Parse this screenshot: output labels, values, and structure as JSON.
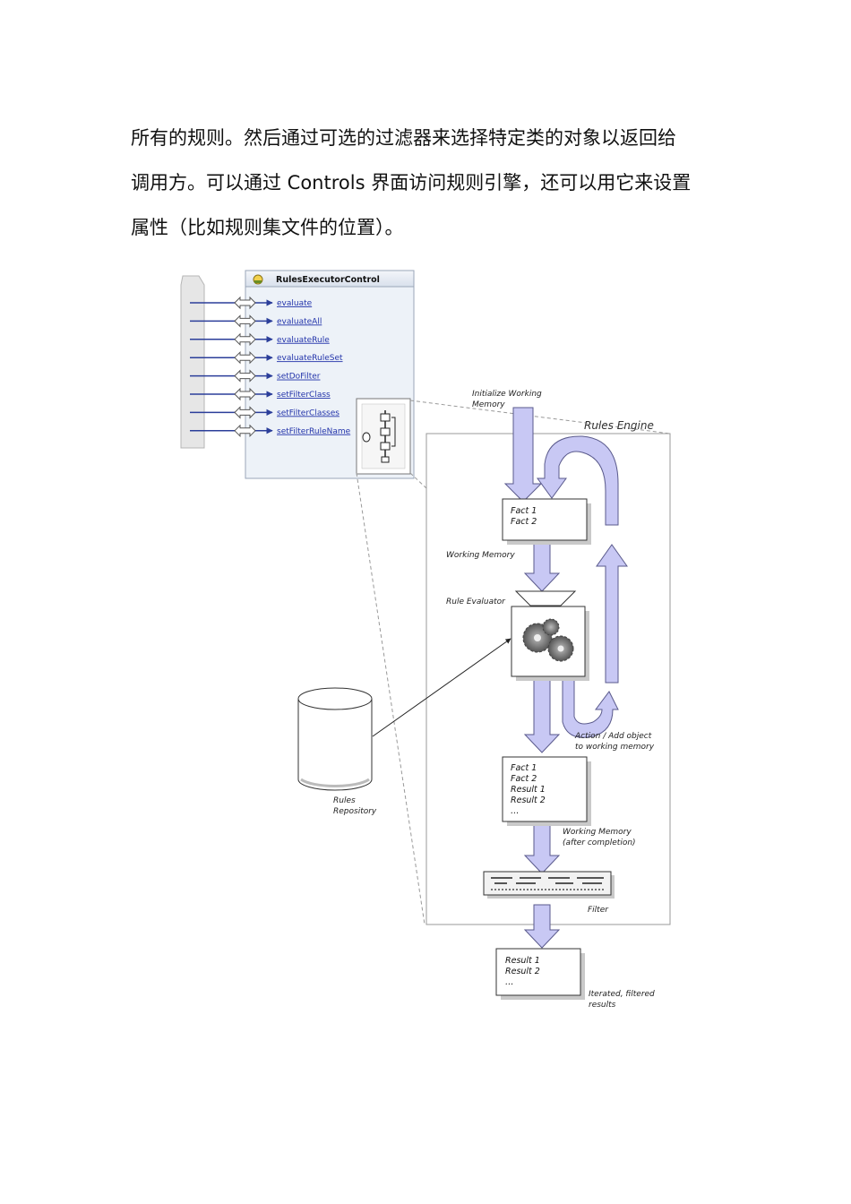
{
  "text": {
    "line1": "所有的规则。然后通过可选的过滤器来选择特定类的对象以返回给",
    "line2": "调用方。可以通过 Controls 界面访问规则引擎，还可以用它来设置",
    "line3": "属性（比如规则集文件的位置）。"
  },
  "control": {
    "title": "RulesExecutorControl",
    "methods": [
      "evaluate",
      "evaluateAll",
      "evaluateRule",
      "evaluateRuleSet",
      "setDoFilter",
      "setFilterClass",
      "setFilterClasses",
      "setFilterRuleName"
    ]
  },
  "diagram": {
    "init_label_1": "Initialize Working",
    "init_label_2": "Memory",
    "engine_label": "Rules Engine",
    "fact_box": [
      "Fact 1",
      "Fact 2"
    ],
    "working_memory": "Working Memory",
    "rule_evaluator": "Rule Evaluator",
    "action_1": "Action / Add object",
    "action_2": "to working memory",
    "repo_1": "Rules",
    "repo_2": "Repository",
    "result_box": [
      "Fact 1",
      "Fact 2",
      "Result 1",
      "Result 2",
      "…"
    ],
    "wm_after_1": "Working Memory",
    "wm_after_2": "(after completion)",
    "filter": "Filter",
    "final_box": [
      "Result 1",
      "Result 2",
      "…"
    ],
    "iter_1": "Iterated, filtered",
    "iter_2": "results"
  },
  "colors": {
    "arrow_fill": "#c8c8f4",
    "arrow_stroke": "#5a5a8c",
    "link": "#2233aa",
    "panel_bg": "#edf2f8"
  }
}
